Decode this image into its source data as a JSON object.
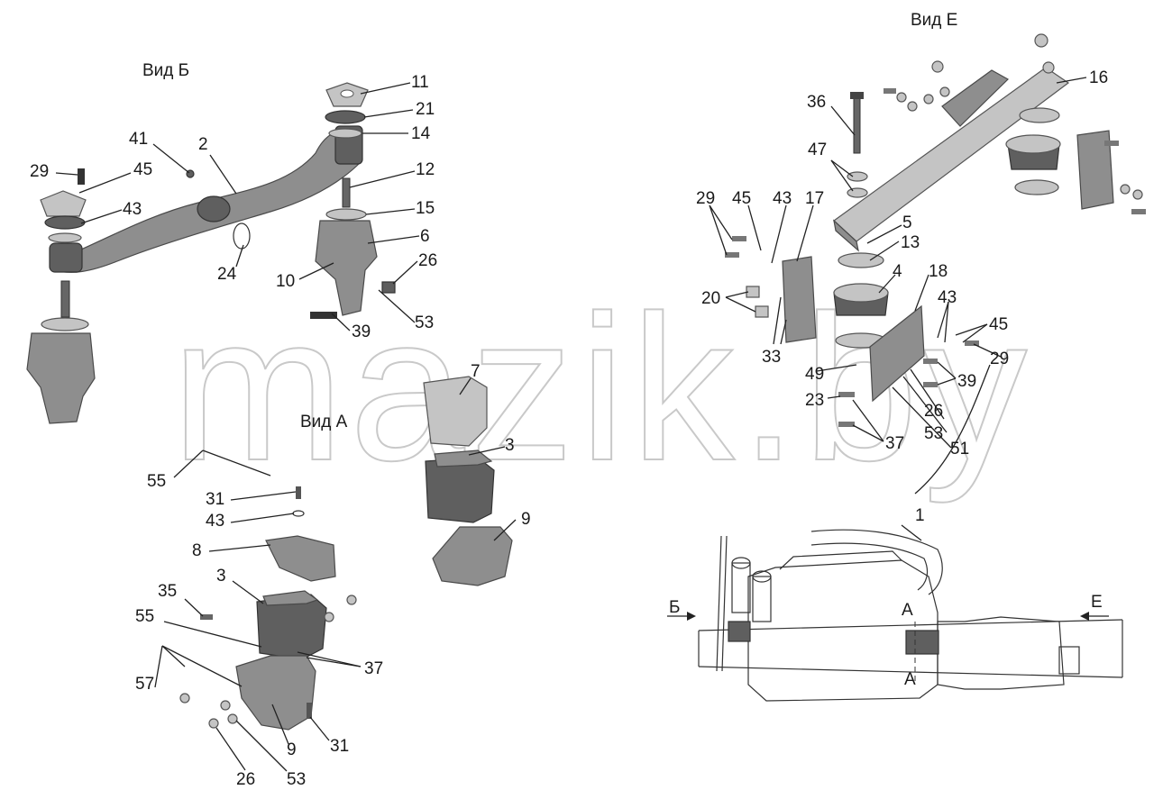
{
  "views": {
    "b": "Вид Б",
    "e": "Вид Е",
    "a": "Вид А"
  },
  "watermark": "mazik.by",
  "arrows": {
    "b": "Б",
    "e": "Е",
    "a": "А"
  },
  "labels": {
    "viewB": [
      "11",
      "21",
      "14",
      "41",
      "2",
      "12",
      "29",
      "45",
      "43",
      "15",
      "6",
      "26",
      "24",
      "10",
      "53",
      "39"
    ],
    "viewE": [
      "16",
      "36",
      "47",
      "29",
      "45",
      "43",
      "17",
      "5",
      "13",
      "4",
      "18",
      "20",
      "43",
      "45",
      "33",
      "29",
      "49",
      "39",
      "23",
      "26",
      "53",
      "51",
      "37"
    ],
    "viewA": [
      "7",
      "3",
      "55",
      "31",
      "43",
      "9",
      "8",
      "3",
      "35",
      "55",
      "37",
      "57",
      "31",
      "9",
      "26",
      "53"
    ],
    "assembly": [
      "1"
    ]
  }
}
